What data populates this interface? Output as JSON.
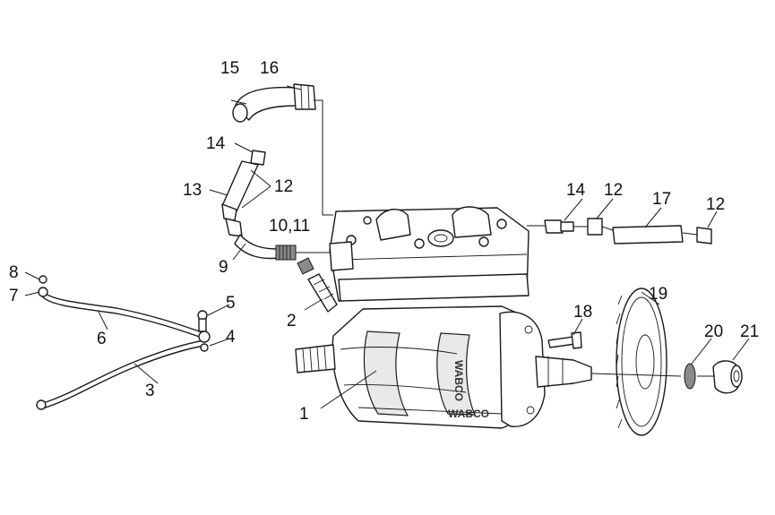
{
  "brand_text": "WABCO",
  "callouts": [
    {
      "id": "c1",
      "text": "1"
    },
    {
      "id": "c2",
      "text": "2"
    },
    {
      "id": "c3",
      "text": "3"
    },
    {
      "id": "c4",
      "text": "4"
    },
    {
      "id": "c5",
      "text": "5"
    },
    {
      "id": "c6",
      "text": "6"
    },
    {
      "id": "c7",
      "text": "7"
    },
    {
      "id": "c8",
      "text": "8"
    },
    {
      "id": "c9",
      "text": "9"
    },
    {
      "id": "c10_11",
      "text": "10,11"
    },
    {
      "id": "c12a",
      "text": "12"
    },
    {
      "id": "c12b",
      "text": "12"
    },
    {
      "id": "c12c",
      "text": "12"
    },
    {
      "id": "c13",
      "text": "13"
    },
    {
      "id": "c14a",
      "text": "14"
    },
    {
      "id": "c14b",
      "text": "14"
    },
    {
      "id": "c15",
      "text": "15"
    },
    {
      "id": "c16",
      "text": "16"
    },
    {
      "id": "c17",
      "text": "17"
    },
    {
      "id": "c18",
      "text": "18"
    },
    {
      "id": "c19",
      "text": "19"
    },
    {
      "id": "c20",
      "text": "20"
    },
    {
      "id": "c21",
      "text": "21"
    }
  ]
}
